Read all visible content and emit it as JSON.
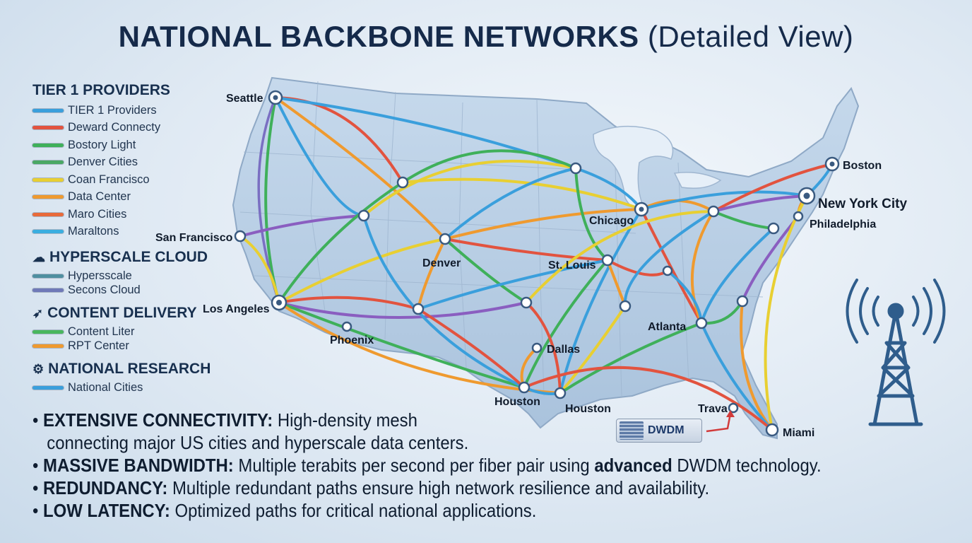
{
  "title": {
    "bold": "NATIONAL BACKBONE NETWORKS",
    "normal": "(Detailed View)"
  },
  "legend": {
    "tier1": {
      "title": "TIER 1 PROVIDERS",
      "items": [
        {
          "label": "TIER 1 Providers",
          "color": "#3a9fdc"
        },
        {
          "label": "Deward Connecty",
          "color": "#e2533f"
        },
        {
          "label": "Bostory Light",
          "color": "#3fb05a"
        },
        {
          "label": "Denver Cities",
          "color": "#4aa864"
        },
        {
          "label": "Coan Francisco",
          "color": "#e8cf32"
        },
        {
          "label": "Data Center",
          "color": "#ef9a2f"
        },
        {
          "label": "Maro Cities",
          "color": "#e86a3a"
        },
        {
          "label": "Maraltons",
          "color": "#3aaee0"
        }
      ]
    },
    "cloud": {
      "title": "HYPERSCALE CLOUD",
      "items": [
        {
          "label": "Hypersscale",
          "color": "#4f8fa0"
        },
        {
          "label": "Secons Cloud",
          "color": "#6f79b8"
        }
      ]
    },
    "content": {
      "title": "CONTENT DELIVERY",
      "items": [
        {
          "label": "Content Liter",
          "color": "#49b75e"
        },
        {
          "label": "RPT Center",
          "color": "#ef9a2f"
        }
      ]
    },
    "research": {
      "title": "NATIONAL RESEARCH",
      "items": [
        {
          "label": "National Cities",
          "color": "#3a9fdc"
        }
      ]
    }
  },
  "cities": {
    "seattle": "Seattle",
    "sanfrancisco": "San Francisco",
    "losangeles": "Los Angeles",
    "phoenix": "Phoenix",
    "denver": "Denver",
    "chicago": "Chicago",
    "stlouis": "St. Louis",
    "dallas": "Dallas",
    "houston1": "Houston",
    "houston2": "Houston",
    "atlanta": "Atlanta",
    "boston": "Boston",
    "nyc": "New York City",
    "philadelphia": "Philadelphia",
    "trava": "Trava",
    "miami": "Miami"
  },
  "dwdm": {
    "label": "DWDM"
  },
  "bullets": [
    {
      "head": "EXTENSIVE CONNECTIVITY:",
      "text": " High-density mesh"
    },
    {
      "cont": "connecting major US cities and hyperscale data centers."
    },
    {
      "head": "MASSIVE BANDWIDTH:",
      "text": " Multiple terabits per second per fiber pair using ",
      "bold2": "advanced",
      "text2": " DWDM technology."
    },
    {
      "head": "REDUNDANCY:",
      "text": " Multiple redundant paths ensure high network resilience and availability."
    },
    {
      "head": "LOW LATENCY:",
      "text": " Optimized paths for critical national applications."
    }
  ],
  "colors": {
    "accent": "#152a4a",
    "tower": "#2f5d8c",
    "land": "#b7cde4"
  }
}
